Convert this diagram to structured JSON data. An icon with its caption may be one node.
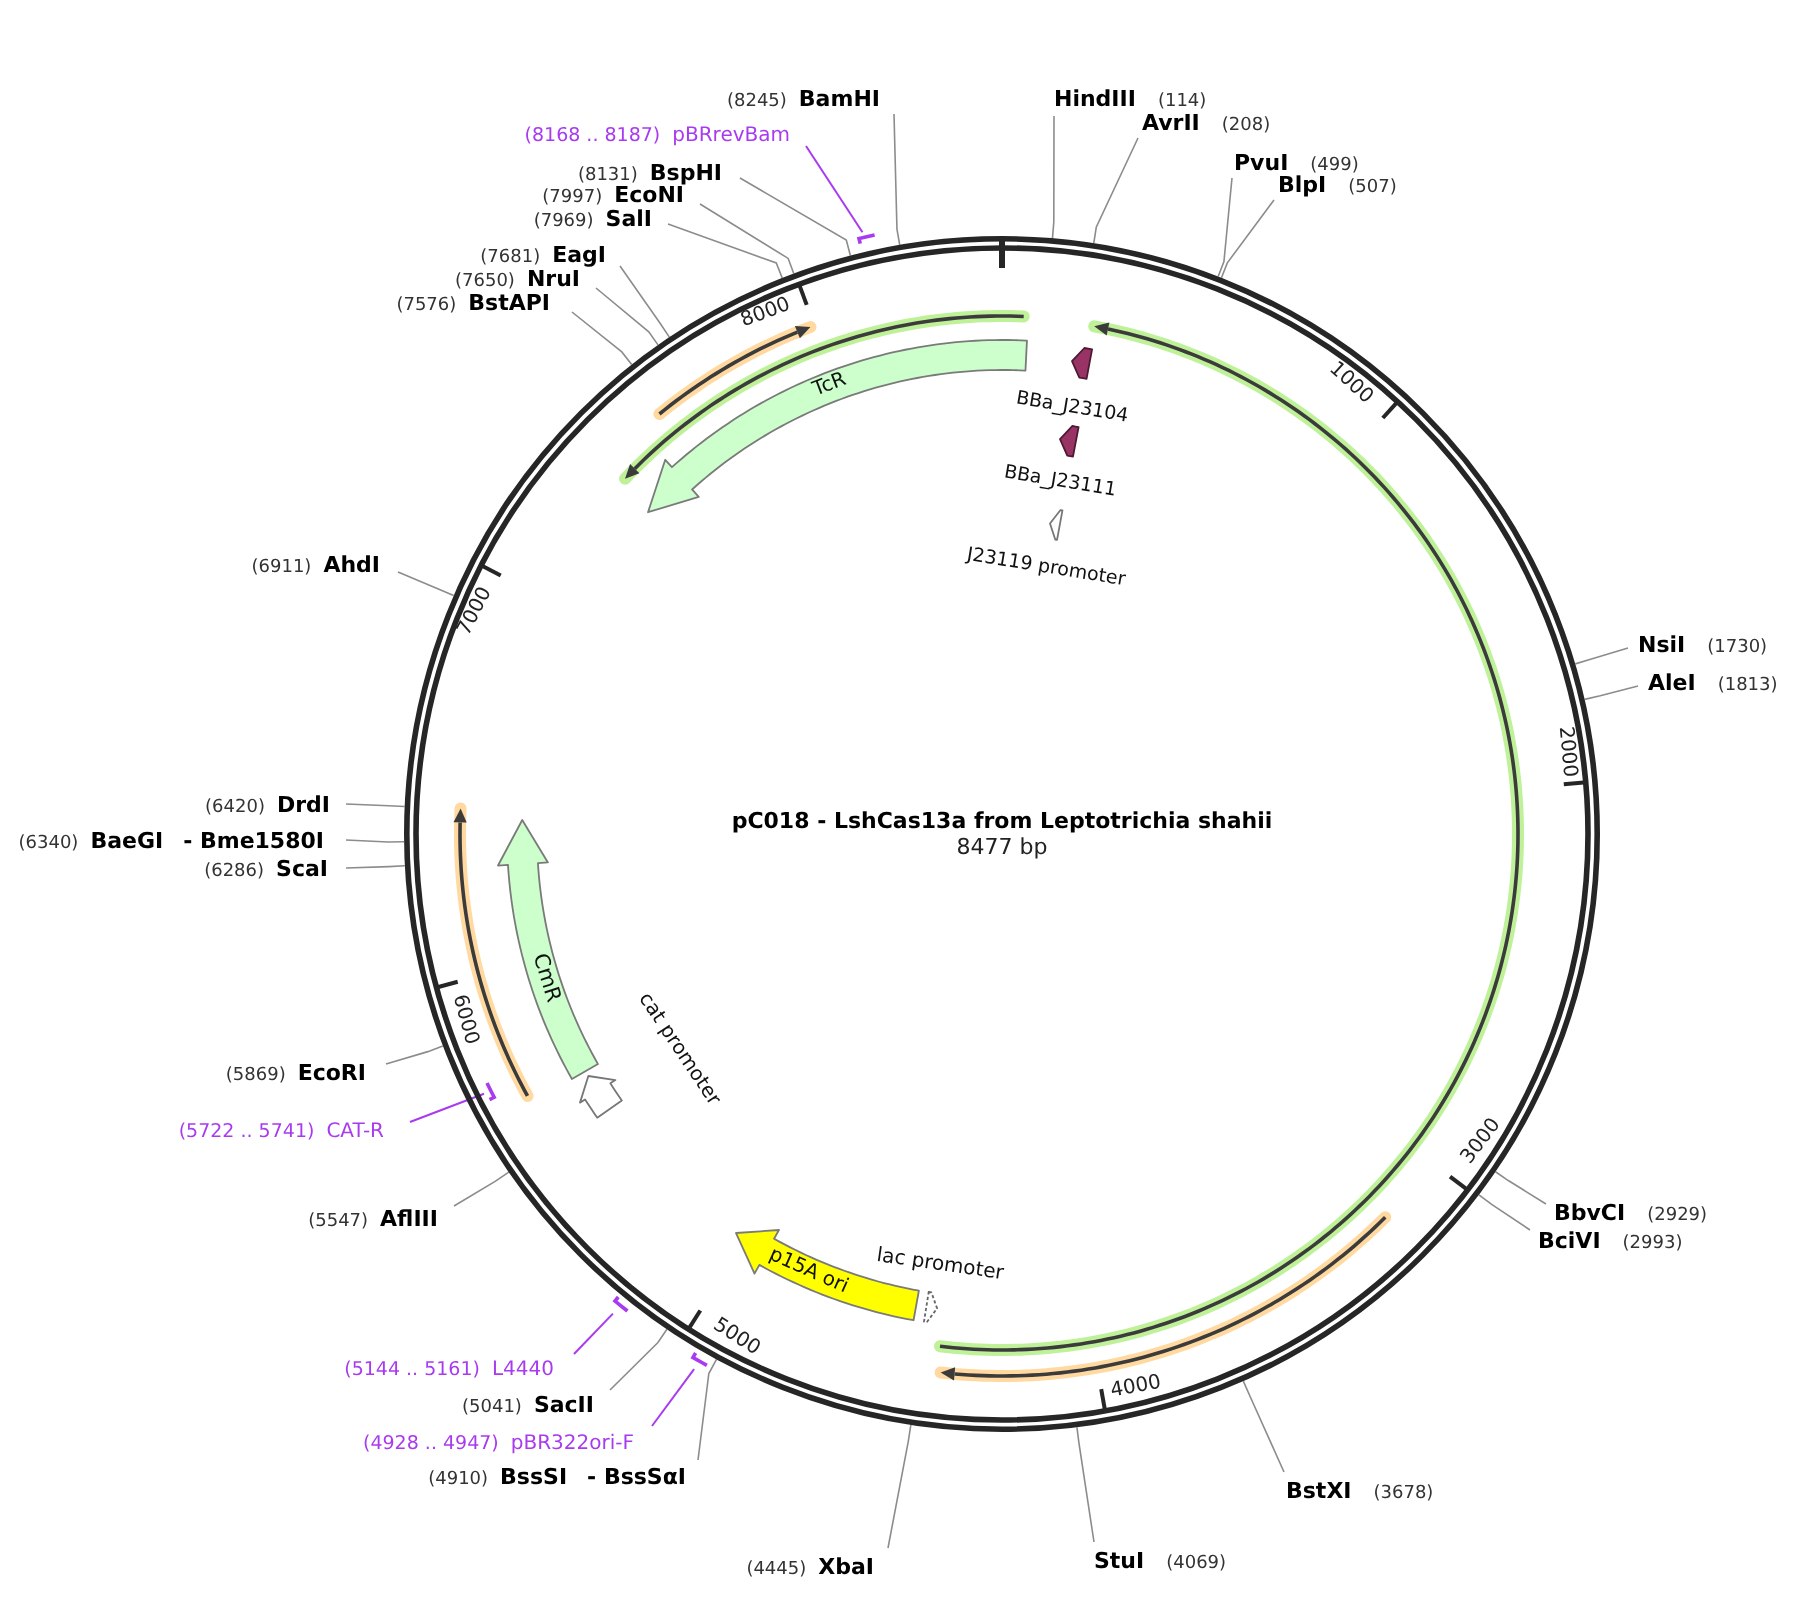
{
  "diagram": {
    "nodes": [
      {
        "text": [
          "pC018 - LshCas13a from Leptotrichia shahii",
          "8477 bp"
        ]
      },
      {
        "text": [
          "BBa_J23104"
        ],
        "in": 0
      },
      {
        "text": [
          "TcR"
        ],
        "in": 0
      },
      {
        "text": [
          "BBa_J23111"
        ],
        "in": 0
      },
      {
        "text": [
          "J23119 promoter"
        ],
        "in": 0
      },
      {
        "text": [
          "CmR"
        ],
        "in": 0
      },
      {
        "text": [
          "cat promoter"
        ],
        "in": 0
      },
      {
        "text": [
          "p15A ori"
        ],
        "in": 0
      },
      {
        "text": [
          "lac promoter"
        ],
        "in": 0
      },
      {
        "text": [
          "HindIII",
          "(114)"
        ]
      },
      {
        "text": [
          "AvrII",
          "(208)"
        ]
      },
      {
        "text": [
          "PvuI",
          "(499)"
        ]
      },
      {
        "text": [
          "BlpI",
          "(507)"
        ]
      },
      {
        "text": [
          "NsiI",
          "(1730)"
        ]
      },
      {
        "text": [
          "AleI",
          "(1813)"
        ]
      },
      {
        "text": [
          "BbvCI",
          "(2929)"
        ]
      },
      {
        "text": [
          "BciVI",
          "(2993)"
        ]
      },
      {
        "text": [
          "BstXI",
          "(3678)"
        ]
      },
      {
        "text": [
          "StuI",
          "(4069)"
        ]
      },
      {
        "text": [
          "(4445)",
          "XbaI"
        ]
      },
      {
        "text": [
          "(4910)",
          "BssSI",
          "- BssSαI"
        ]
      },
      {
        "text": [
          "(4928 .. 4947)",
          "pBR322ori-F"
        ]
      },
      {
        "text": [
          "(5041)",
          "SacII"
        ]
      },
      {
        "text": [
          "(5144 .. 5161)",
          "L4440"
        ]
      },
      {
        "text": [
          "(5547)",
          "AflIII"
        ]
      },
      {
        "text": [
          "(5722 .. 5741)",
          "CAT-R"
        ]
      },
      {
        "text": [
          "(5869)",
          "EcoRI"
        ]
      },
      {
        "text": [
          "(6286)",
          "ScaI"
        ]
      },
      {
        "text": [
          "(6340)",
          "BaeGI",
          "- Bme1580I"
        ]
      },
      {
        "text": [
          "(6420)",
          "DrdI"
        ]
      },
      {
        "text": [
          "(6911)",
          "AhdI"
        ]
      },
      {
        "text": [
          "(7576)",
          "BstAPI"
        ]
      },
      {
        "text": [
          "(7650)",
          "NruI"
        ]
      },
      {
        "text": [
          "(7681)",
          "EagI"
        ]
      },
      {
        "text": [
          "(7969)",
          "SalI"
        ]
      },
      {
        "text": [
          "(7997)",
          "EcoNI"
        ]
      },
      {
        "text": [
          "(8131)",
          "BspHI"
        ]
      },
      {
        "text": [
          "(8168 .. 8187)",
          "pBRrevBam"
        ]
      },
      {
        "text": [
          "(8245)",
          "BamHI"
        ]
      },
      {
        "text": [],
        "shape": "arrow"
      },
      {
        "text": [],
        "shape": "arrow",
        "in": 0
      },
      {
        "text": [],
        "shape": "arrow"
      },
      {
        "text": [],
        "shape": "arrow"
      }
    ],
    "edges": [
      {
        "from": 9,
        "to": 0,
        "arrow": "none"
      },
      {
        "from": 10,
        "to": 0,
        "arrow": "none"
      },
      {
        "from": 11,
        "to": 0,
        "arrow": "none"
      },
      {
        "from": 12,
        "to": 0,
        "arrow": "none"
      },
      {
        "from": 13,
        "to": 0,
        "arrow": "none"
      },
      {
        "from": 14,
        "to": 0,
        "arrow": "none"
      },
      {
        "from": 15,
        "to": 0,
        "arrow": "none"
      },
      {
        "from": 16,
        "to": 0,
        "arrow": "none"
      },
      {
        "from": 17,
        "to": 0,
        "arrow": "none"
      },
      {
        "from": 18,
        "to": 0,
        "arrow": "none"
      },
      {
        "from": 19,
        "to": 0,
        "arrow": "none"
      },
      {
        "from": 20,
        "to": 0,
        "arrow": "none"
      },
      {
        "from": 21,
        "to": 42,
        "arrow": "none",
        "color": "#a83bf0"
      },
      {
        "from": 22,
        "to": 0,
        "arrow": "none"
      },
      {
        "from": 23,
        "to": 41,
        "arrow": "none",
        "color": "#a83bf0"
      },
      {
        "from": 24,
        "to": 0,
        "arrow": "none"
      },
      {
        "from": 25,
        "to": 40,
        "arrow": "none",
        "color": "#a83bf0"
      },
      {
        "from": 26,
        "to": 0,
        "arrow": "none"
      },
      {
        "from": 27,
        "to": 0,
        "arrow": "none"
      },
      {
        "from": 28,
        "to": 0,
        "arrow": "none"
      },
      {
        "from": 29,
        "to": 0,
        "arrow": "none"
      },
      {
        "from": 30,
        "to": 0,
        "arrow": "none"
      },
      {
        "from": 31,
        "to": 0,
        "arrow": "none"
      },
      {
        "from": 32,
        "to": 0,
        "arrow": "none"
      },
      {
        "from": 33,
        "to": 0,
        "arrow": "none"
      },
      {
        "from": 34,
        "to": 0,
        "arrow": "none"
      },
      {
        "from": 35,
        "to": 0,
        "arrow": "none"
      },
      {
        "from": 36,
        "to": 0,
        "arrow": "none"
      },
      {
        "from": 37,
        "to": 39,
        "arrow": "none",
        "color": "#a83bf0"
      },
      {
        "from": 38,
        "to": 0,
        "arrow": "none"
      }
    ],
    "labels": [
      "1000",
      "2000",
      "3000",
      "4000",
      "5000",
      "6000",
      "7000",
      "8000"
    ]
  }
}
